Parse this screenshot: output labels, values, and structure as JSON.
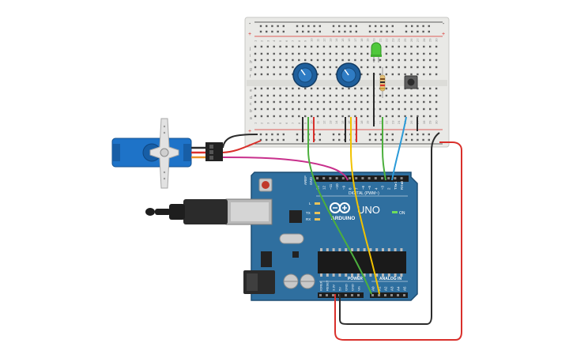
{
  "colors": {
    "breadboard": "#e9e9e6",
    "board_blue": "#2f6f9f",
    "board_dark": "#1f4e74",
    "wire_red": "#d9302b",
    "wire_black": "#2b2b2b",
    "wire_green": "#4caf3d",
    "wire_yellow": "#f2c200",
    "wire_blue": "#2a9ad8",
    "wire_magenta": "#c8308c",
    "wire_orange": "#e8912a",
    "servo_blue": "#1e73c8",
    "pot_blue": "#1f5f9c",
    "led_green": "#4fc83b"
  },
  "arduino": {
    "brand_label": "ARDUINO",
    "model_label": "UNO",
    "on_label": "ON",
    "digital_label": "DIGITAL (PWM~)",
    "power_label": "POWER",
    "analog_label": "ANALOG IN",
    "aref_label": "AREF",
    "gnd_label": "GND",
    "l_label": "L",
    "tx_label": "TX",
    "rx_label": "RX",
    "digital_pins": [
      "13",
      "12",
      "~11",
      "~10",
      "~9",
      "8",
      "7",
      "~6",
      "~5",
      "4",
      "~3",
      "2",
      "TX▸1",
      "RX◂0"
    ],
    "power_pins": [
      "IOREF",
      "RESET",
      "3.3V",
      "5V",
      "GND",
      "GND",
      "Vin"
    ],
    "analog_pins": [
      "A0",
      "A1",
      "A2",
      "A3",
      "A4",
      "A5"
    ]
  },
  "breadboard": {
    "row_letters_top": [
      "j",
      "i",
      "h",
      "g",
      "f"
    ],
    "row_letters_bottom": [
      "e",
      "d",
      "c",
      "b",
      "a"
    ],
    "column_numbers": [
      "1",
      "2",
      "3",
      "4",
      "5",
      "6",
      "7",
      "8",
      "9",
      "10",
      "11",
      "12",
      "13",
      "14",
      "15",
      "16",
      "17",
      "18",
      "19",
      "20",
      "21",
      "22",
      "23",
      "24",
      "25",
      "26",
      "27",
      "28",
      "29",
      "30"
    ],
    "rail_plus": "+",
    "rail_minus": "-"
  }
}
